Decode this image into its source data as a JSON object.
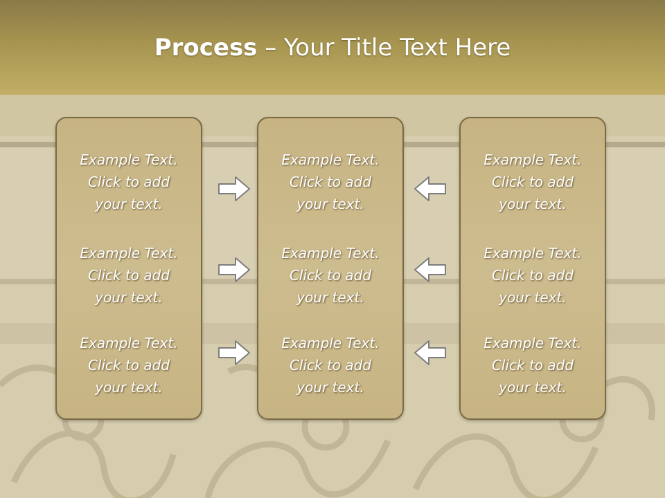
{
  "title": {
    "bold": "Process",
    "rest": " – Your Title Text Here"
  },
  "columns": [
    {
      "items": [
        [
          "Example Text.",
          "Click  to add",
          "your text."
        ],
        [
          "Example Text.",
          "Click  to add",
          "your text."
        ],
        [
          "Example Text.",
          "Click  to add",
          "your text."
        ]
      ]
    },
    {
      "items": [
        [
          "Example Text.",
          "Click  to add",
          "your text."
        ],
        [
          "Example Text.",
          "Click  to add",
          "your text."
        ],
        [
          "Example Text.",
          "Click  to add",
          "your text."
        ]
      ]
    },
    {
      "items": [
        [
          "Example Text.",
          "Click  to add",
          "your text."
        ],
        [
          "Example Text.",
          "Click  to add",
          "your text."
        ],
        [
          "Example Text.",
          "Click  to add",
          "your text."
        ]
      ]
    }
  ],
  "arrows": {
    "left_group": "arrow-right-icon",
    "right_group": "arrow-left-icon"
  },
  "colors": {
    "title_bar": "#a6944f",
    "box_fill": "#cdbc8e",
    "box_border": "#7a6a46",
    "text": "#ffffff"
  }
}
